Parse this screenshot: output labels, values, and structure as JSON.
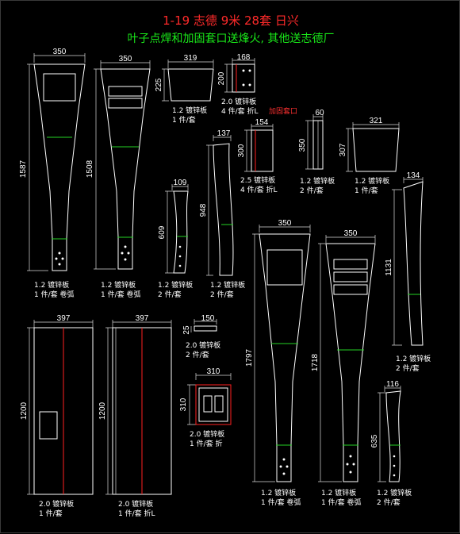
{
  "header": {
    "title": "1-19 志德 9米 28套 日兴",
    "subtitle": "叶子点焊和加固套口送烽火, 其他送志德厂"
  },
  "dims": {
    "p1_w": "350",
    "p1_h": "1587",
    "p2_w": "350",
    "p2_h": "1508",
    "p3_w": "319",
    "p3_h": "225",
    "p4_w": "168",
    "p4_h": "200",
    "p5_w": "154",
    "p5_h": "300",
    "p6_w": "60",
    "p6_h": "350",
    "p7_w": "321",
    "p7_h": "307",
    "p8_w": "109",
    "p8_h": "609",
    "p9_w": "137",
    "p9_h": "948",
    "p10_w": "134",
    "p10_h": "1131",
    "p11_w": "350",
    "p11_h": "1797",
    "p12_w": "350",
    "p12_h": "1718",
    "p13_w": "397",
    "p13_h": "1200",
    "p14_w": "397",
    "p14_h": "1200",
    "p15_w": "150",
    "p15_h": "25",
    "p16_w": "310",
    "p16_h": "310",
    "p17_w": "116",
    "p17_h": "635"
  },
  "labels": {
    "p1_a": "1.2 镀锌板",
    "p1_b": "1 件/套 卷弧",
    "p2_a": "1.2 镀锌板",
    "p2_b": "1 件/套 卷弧",
    "p3_a": "1.2 镀锌板",
    "p3_b": "1 件/套",
    "p4_a": "2.0 镀锌板",
    "p4_b": "4 件/套 折L",
    "p4_note": "加固套口",
    "p5_a": "2.5 镀锌板",
    "p5_b": "4 件/套 折L",
    "p6_a": "1.2 镀锌板",
    "p6_b": "2 件/套",
    "p7_a": "1.2 镀锌板",
    "p7_b": "1 件/套",
    "p8_a": "1.2 镀锌板",
    "p8_b": "2 件/套",
    "p9_a": "1.2 镀锌板",
    "p9_b": "2 件/套",
    "p10_a": "1.2 镀锌板",
    "p10_b": "2 件/套",
    "p11_a": "1.2 镀锌板",
    "p11_b": "1 件/套 卷弧",
    "p12_a": "1.2 镀锌板",
    "p12_b": "1 件/套 卷弧",
    "p13_a": "2.0 镀锌板",
    "p13_b": "1 件/套",
    "p14_a": "2.0 镀锌板",
    "p14_b": "1 件/套 折L",
    "p15_a": "2.0 镀锌板",
    "p15_b": "2 件/套",
    "p16_a": "2.0 镀锌板",
    "p16_b": "1 件/套 折",
    "p17_a": "1.2 镀锌板",
    "p17_b": "2 件/套"
  },
  "colors": {
    "background": "#000000",
    "title": "#ff2a2a",
    "subtitle": "#19e619",
    "outline": "#ffffff",
    "fold_line": "#23d223",
    "weld_line": "#ff2020"
  }
}
